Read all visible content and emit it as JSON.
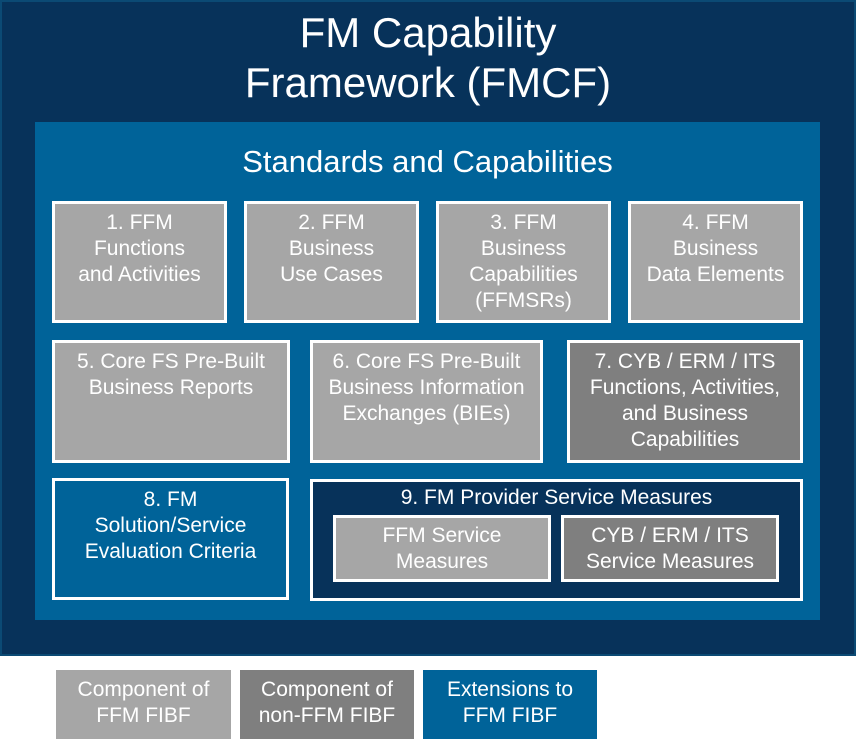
{
  "title": "FM Capability\nFramework (FMCF)",
  "subtitle": "Standards and Capabilities",
  "boxes": [
    "1. FFM\nFunctions\nand Activities",
    "2. FFM\nBusiness\nUse Cases",
    "3. FFM\nBusiness\nCapabilities\n(FFMSRs)",
    "4. FFM\nBusiness\nData Elements",
    "5. Core FS Pre-Built\nBusiness Reports",
    "6. Core FS Pre-Built\nBusiness Information\nExchanges (BIEs)",
    "7. CYB / ERM / ITS\nFunctions, Activities,\nand Business\nCapabilities",
    "8. FM\nSolution/Service\nEvaluation Criteria"
  ],
  "box9": {
    "title": "9. FM Provider Service Measures",
    "items": [
      "FFM Service\nMeasures",
      "CYB / ERM / ITS\nService Measures"
    ]
  },
  "legend": [
    "Component of\nFFM FIBF",
    "Component of\nnon-FFM FIBF",
    "Extensions to\nFFM FIBF"
  ],
  "colors": {
    "navy": "#07325a",
    "blue": "#006399",
    "light_gray": "#a6a6a6",
    "dark_gray": "#7f7f7f"
  }
}
